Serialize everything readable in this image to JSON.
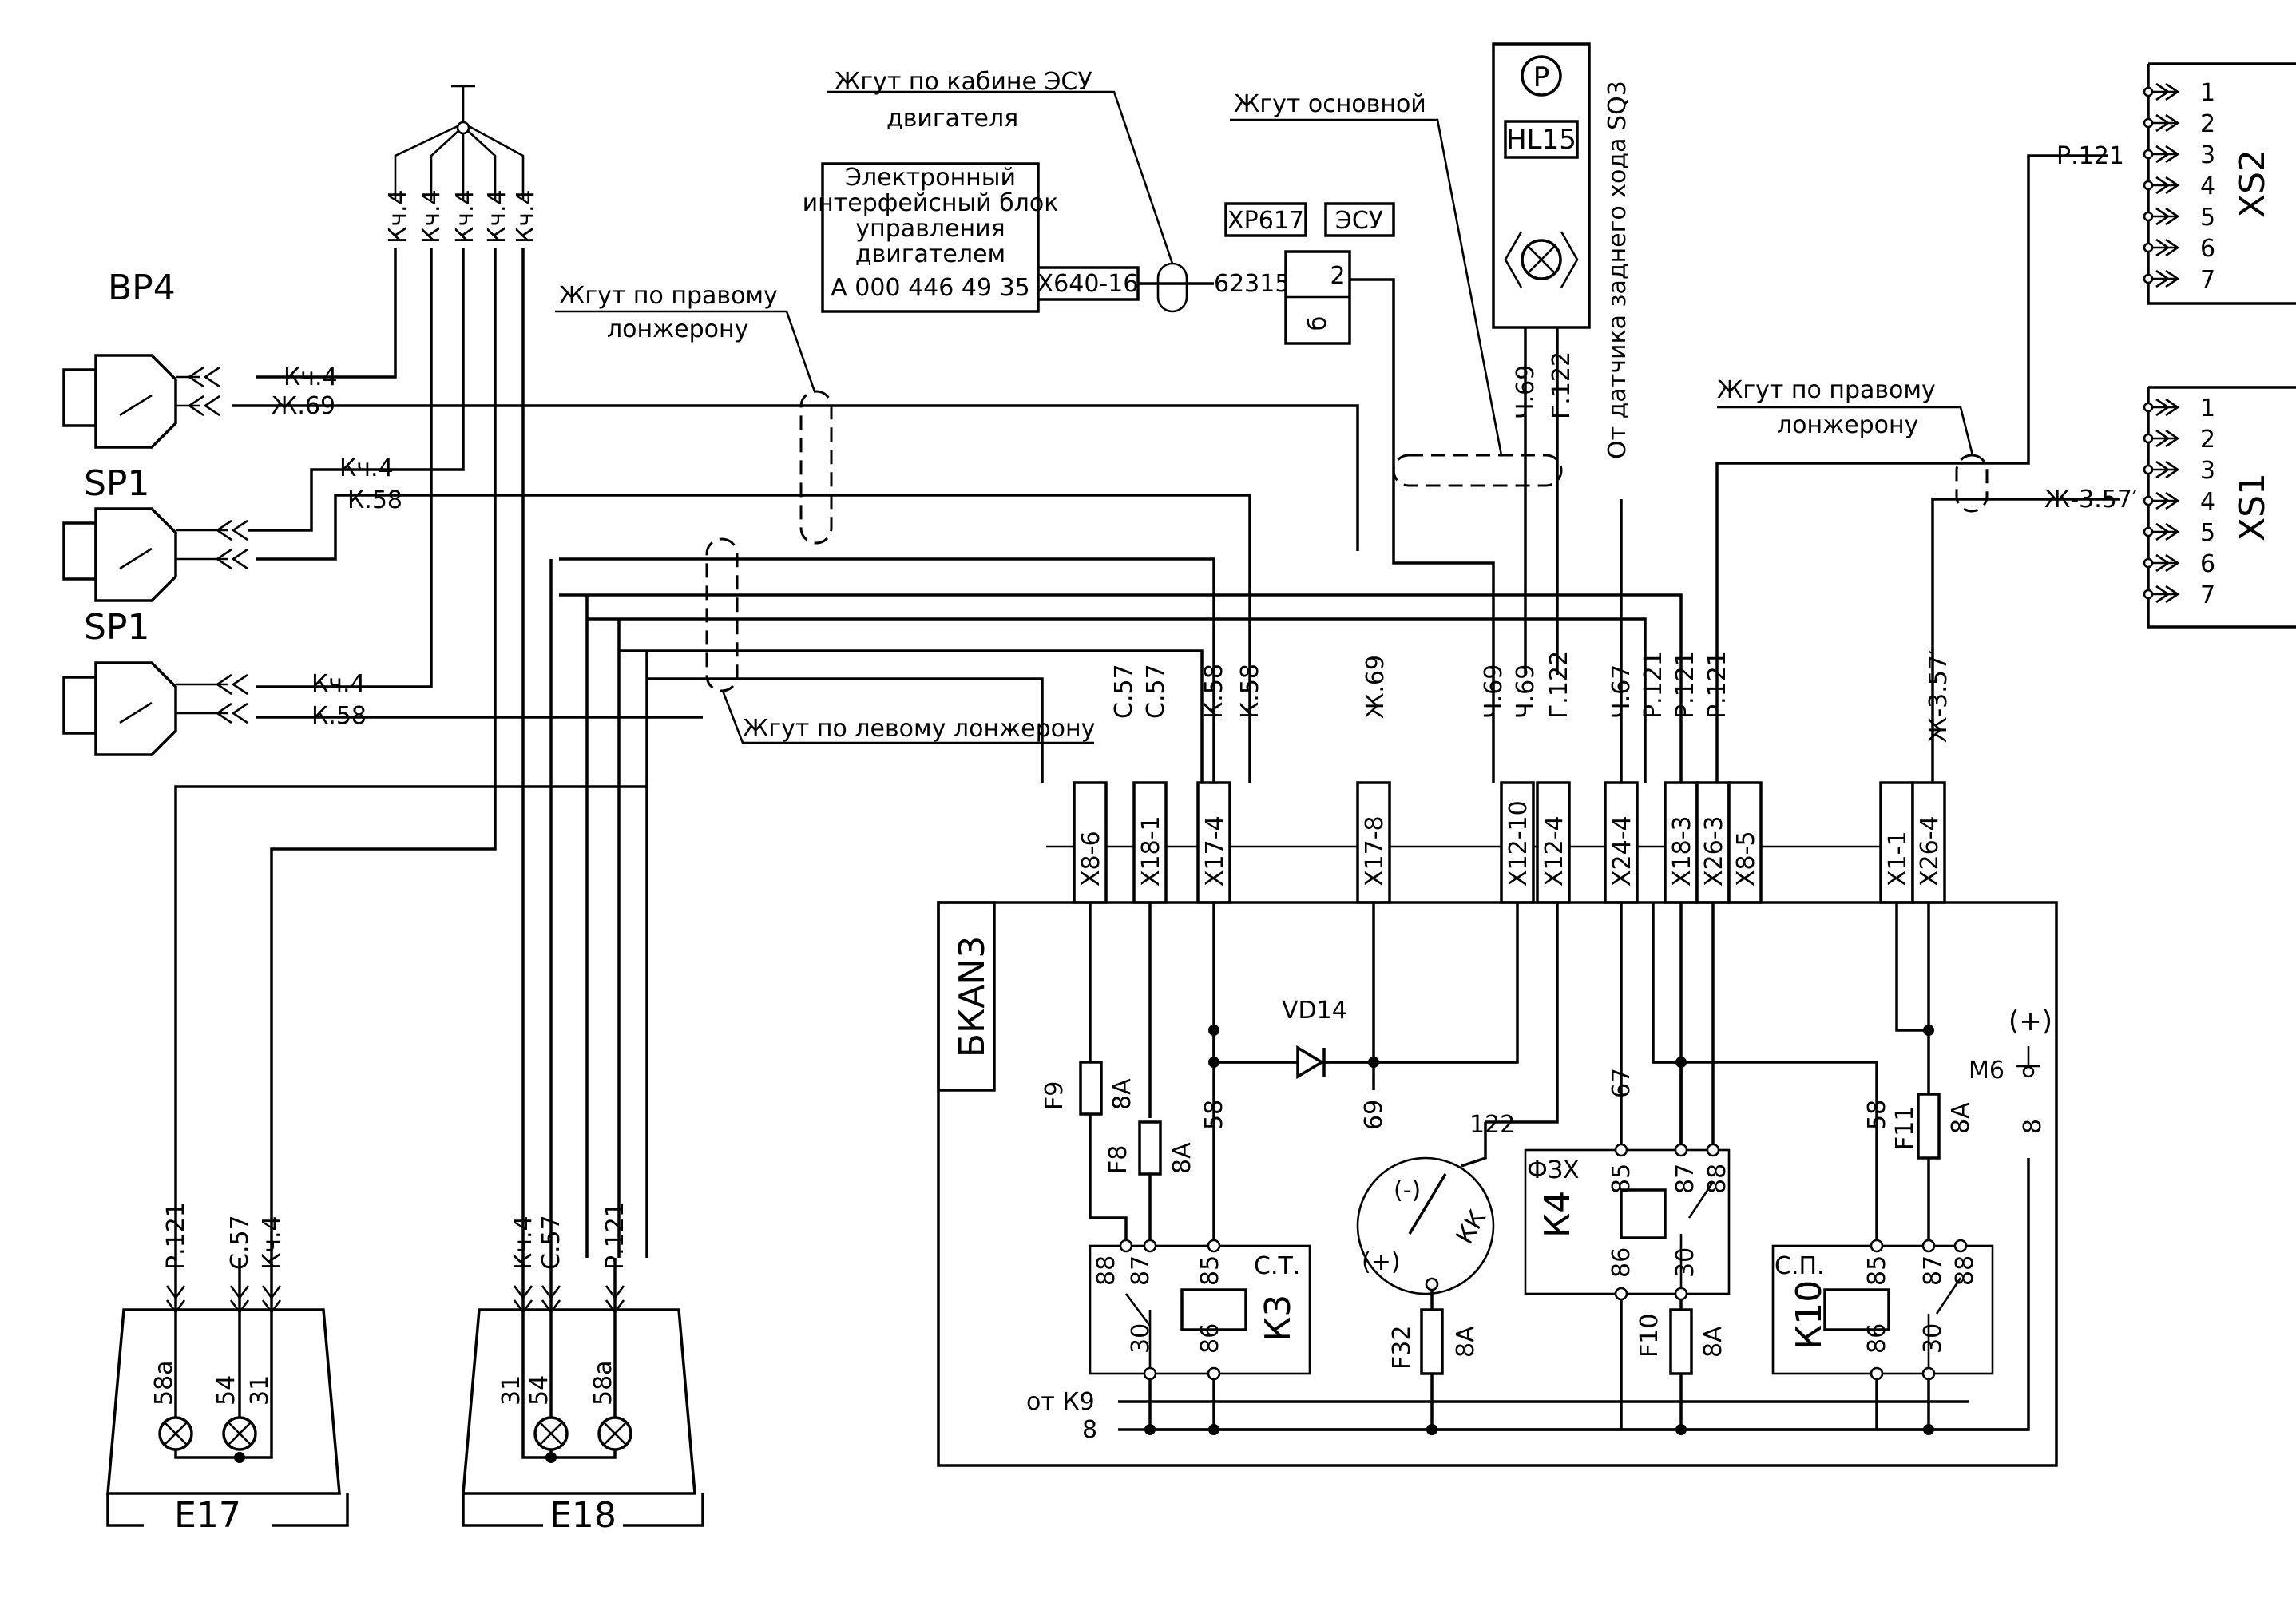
{
  "components": {
    "bp4": "BP4",
    "sp1_a": "SP1",
    "sp1_b": "SP1",
    "hl15": "HL15",
    "xs2": "XS2",
    "xs1": "XS1",
    "e17": "E17",
    "e18": "E18",
    "bkan3": "БКАN3",
    "xp617": "XP617",
    "esu": "ЭСУ",
    "vd14": "VD14",
    "k3": "К3",
    "k4": "К4",
    "k10": "К10",
    "m6": "M6",
    "m6_sign": "(+)"
  },
  "interface_block": {
    "lines": [
      "Электронный",
      "интерфейсный блок",
      "управления",
      "двигателем",
      "А 000 446 49 35"
    ],
    "connector": "X640-16",
    "wire": "62315"
  },
  "harness": {
    "cab_esu_1": "Жгут по кабине ЭСУ",
    "cab_esu_2": "двигателя",
    "main": "Жгут основной",
    "right_1": "Жгут по правому",
    "right_2": "лонжерону",
    "right_b1": "Жгут по правому",
    "right_b2": "лонжерону",
    "left": "Жгут по левому лонжерону",
    "sensor": "От датчика заднего хода SQ3"
  },
  "wires": {
    "kch4": "Кч.4",
    "zh69": "Ж.69",
    "k58": "К.58",
    "s57": "С.57",
    "ch69": "Ч.69",
    "g122": "Г.122",
    "ch67": "Ч.67",
    "r121": "Р.121",
    "zh357": "Ж-3.57′",
    "zh357_b": "Ж-3.57′",
    "r121_xs2": "Р.121"
  },
  "connectors": [
    "X8-6",
    "X18-1",
    "X17-4",
    "X17-8",
    "X12-10",
    "X12-4",
    "X24-4",
    "X18-3",
    "X26-3",
    "X8-5",
    "X1-1",
    "X26-4"
  ],
  "xp617_pins": [
    "2",
    "б"
  ],
  "xs_pins": [
    "1",
    "2",
    "3",
    "4",
    "5",
    "6",
    "7"
  ],
  "fuses": {
    "f9": "F9",
    "f8": "F8",
    "f32": "F32",
    "f10": "F10",
    "f11": "F11",
    "rating": "8А"
  },
  "relay_pins": {
    "p85": "85",
    "p86": "86",
    "p87": "87",
    "p88": "88",
    "p30": "30"
  },
  "relay_tags": {
    "k3": "С.Т.",
    "k4": "ФЗХ",
    "k10": "С.П."
  },
  "circuit_numbers": {
    "n58": "58",
    "n69": "69",
    "n122": "122",
    "n67": "67",
    "n8": "8"
  },
  "kk": "КК",
  "minus": "(-)",
  "plus": "(+)",
  "from_k9": "от К9",
  "bus8": "8",
  "lamps": {
    "l58a": "58а",
    "l54": "54",
    "l31": "31"
  }
}
